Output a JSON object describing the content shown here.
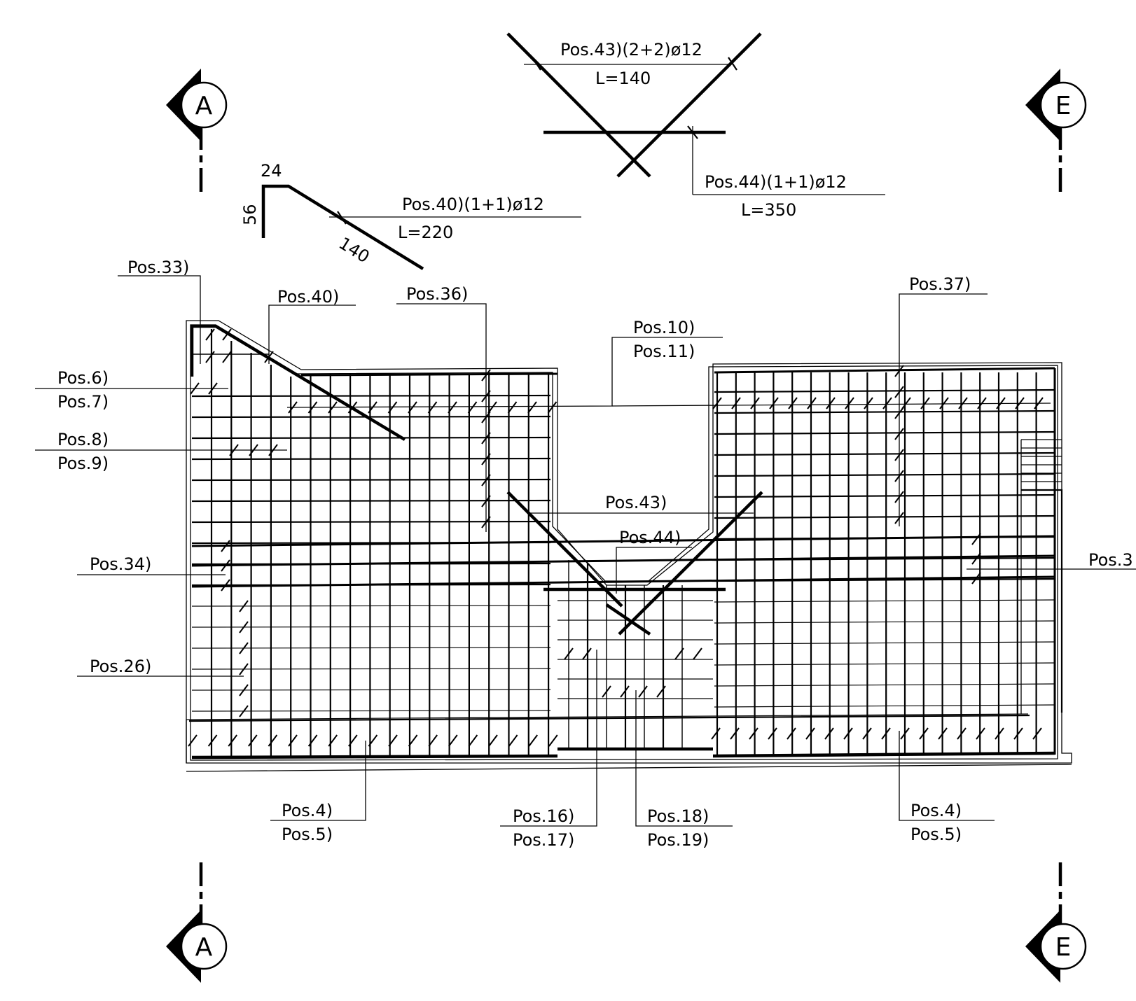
{
  "section_markers": {
    "left_letter": "A",
    "right_letter": "E"
  },
  "bending_details": {
    "pos40": {
      "label": "Pos.40)(1+1)ø12",
      "length": "L=220",
      "dim_top": "24",
      "dim_side": "56",
      "dim_slope": "140"
    },
    "pos43": {
      "label": "Pos.43)(2+2)ø12",
      "length": "L=140"
    },
    "pos44": {
      "label": "Pos.44)(1+1)ø12",
      "length": "L=350"
    }
  },
  "callouts": {
    "pos33": "Pos.33)",
    "pos40": "Pos.40)",
    "pos36": "Pos.36)",
    "pos37": "Pos.37)",
    "pos10": "Pos.10)",
    "pos11": "Pos.11)",
    "pos6": "Pos.6)",
    "pos7": "Pos.7)",
    "pos8": "Pos.8)",
    "pos9": "Pos.9)",
    "pos43": "Pos.43)",
    "pos44": "Pos.44)",
    "pos34": "Pos.34)",
    "pos3x": "Pos.3",
    "pos26": "Pos.26)",
    "pos4_left": "Pos.4)",
    "pos5_left": "Pos.5)",
    "pos16": "Pos.16)",
    "pos17": "Pos.17)",
    "pos18": "Pos.18)",
    "pos19": "Pos.19)",
    "pos4_right": "Pos.4)",
    "pos5_right": "Pos.5)"
  }
}
